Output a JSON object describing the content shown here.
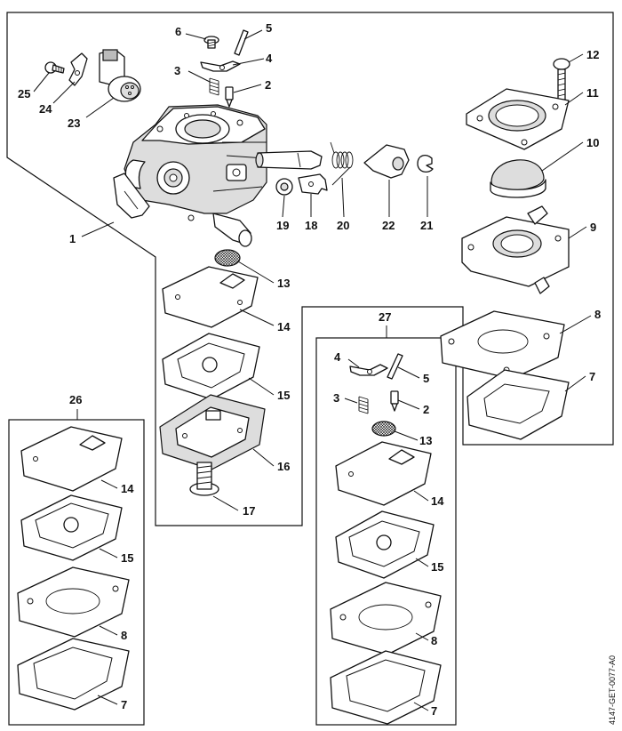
{
  "drawing_code": "4147-GET-0077-A0",
  "group_labels": {
    "main_assembly": "1",
    "kit_26": "26",
    "kit_27": "27"
  },
  "callouts": {
    "c2a": "2",
    "c3a": "3",
    "c4a": "4",
    "c5a": "5",
    "c6": "6",
    "c7a": "7",
    "c7b": "7",
    "c7c": "7",
    "c8a": "8",
    "c8b": "8",
    "c8c": "8",
    "c9": "9",
    "c10": "10",
    "c11": "11",
    "c12": "12",
    "c13a": "13",
    "c13b": "13",
    "c14a": "14",
    "c14b": "14",
    "c14c": "14",
    "c15a": "15",
    "c15b": "15",
    "c15c": "15",
    "c16": "16",
    "c17": "17",
    "c18": "18",
    "c19": "19",
    "c20": "20",
    "c21": "21",
    "c22": "22",
    "c23": "23",
    "c24": "24",
    "c25": "25",
    "c2b": "2",
    "c3b": "3",
    "c4b": "4",
    "c5b": "5"
  }
}
